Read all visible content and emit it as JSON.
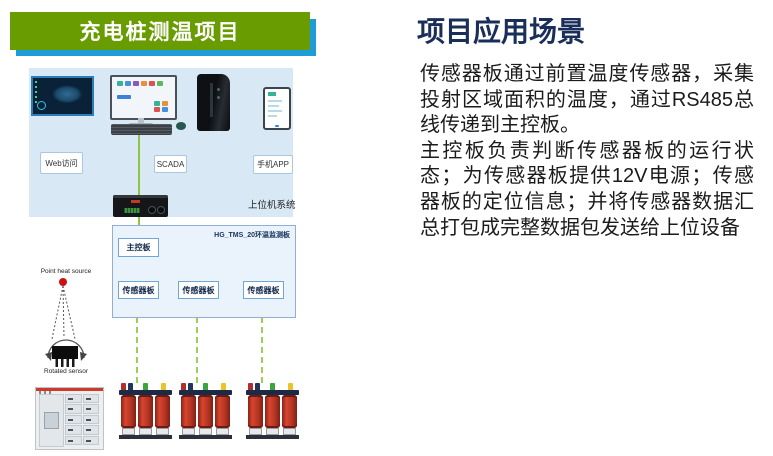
{
  "slide": {
    "banner_title": "充电桩测温项目",
    "right_title": "项目应用场景",
    "paragraphs": [
      "传感器板通过前置温度传感器，采集投射区域面积的温度，通过RS485总线传递到主控板。",
      "主控板负责判断传感器板的运行状态；为传感器板提供12V电源；传感器板的定位信息；并将传感器数据汇总打包成完整数据包发送给上位设备"
    ]
  },
  "diagram": {
    "web_label": "Web访问",
    "scada_label": "SCADA",
    "app_label": "手机APP",
    "host_system_label": "上位机系统",
    "board_panel_label": "HG_TMS_20环温监测板",
    "main_board_label": "主控板",
    "sensor_board_label": "传感器板",
    "heat_source_label": "Point heat source",
    "rotated_sensor_label": "Rotated sensor"
  },
  "colors": {
    "banner_green": "#699c00",
    "banner_blue": "#1e9cd7",
    "panel_bg": "#d9e8f5",
    "inner_panel_bg": "#eaf2fb",
    "inner_panel_border": "#8fb0d4",
    "wire_green": "#8dc63f",
    "title_navy": "#1a2e5a",
    "heat_red": "#cc1111",
    "transformer_red": "#c03a28"
  }
}
